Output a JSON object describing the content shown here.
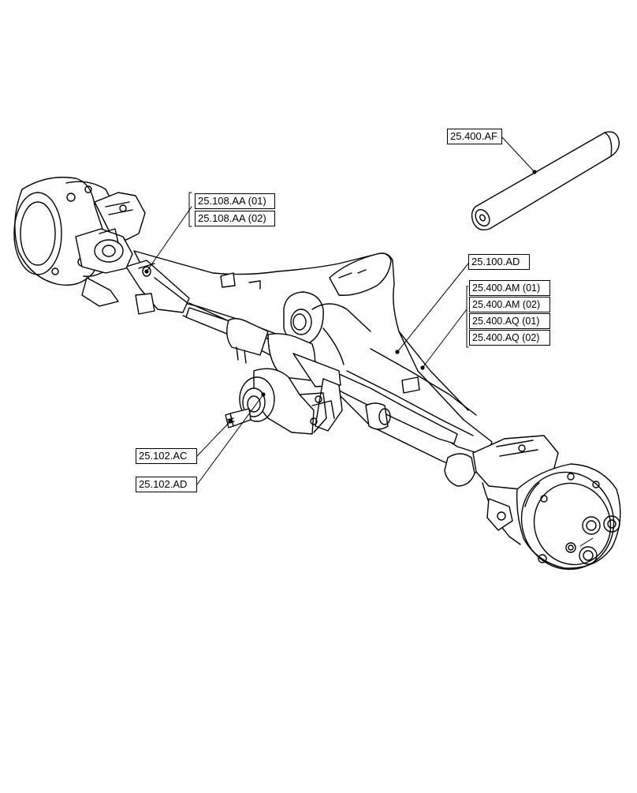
{
  "callouts": {
    "pin": "25.400.AF",
    "driveshaft_01": "25.108.AA (01)",
    "driveshaft_02": "25.108.AA (02)",
    "axle_housing": "25.100.AD",
    "cylinder_am_01": "25.400.AM (01)",
    "cylinder_am_02": "25.400.AM (02)",
    "cylinder_aq_01": "25.400.AQ (01)",
    "cylinder_aq_02": "25.400.AQ (02)",
    "pinion_ac": "25.102.AC",
    "pinion_ad": "25.102.AD"
  },
  "colors": {
    "line": "#000000",
    "background": "#ffffff"
  }
}
